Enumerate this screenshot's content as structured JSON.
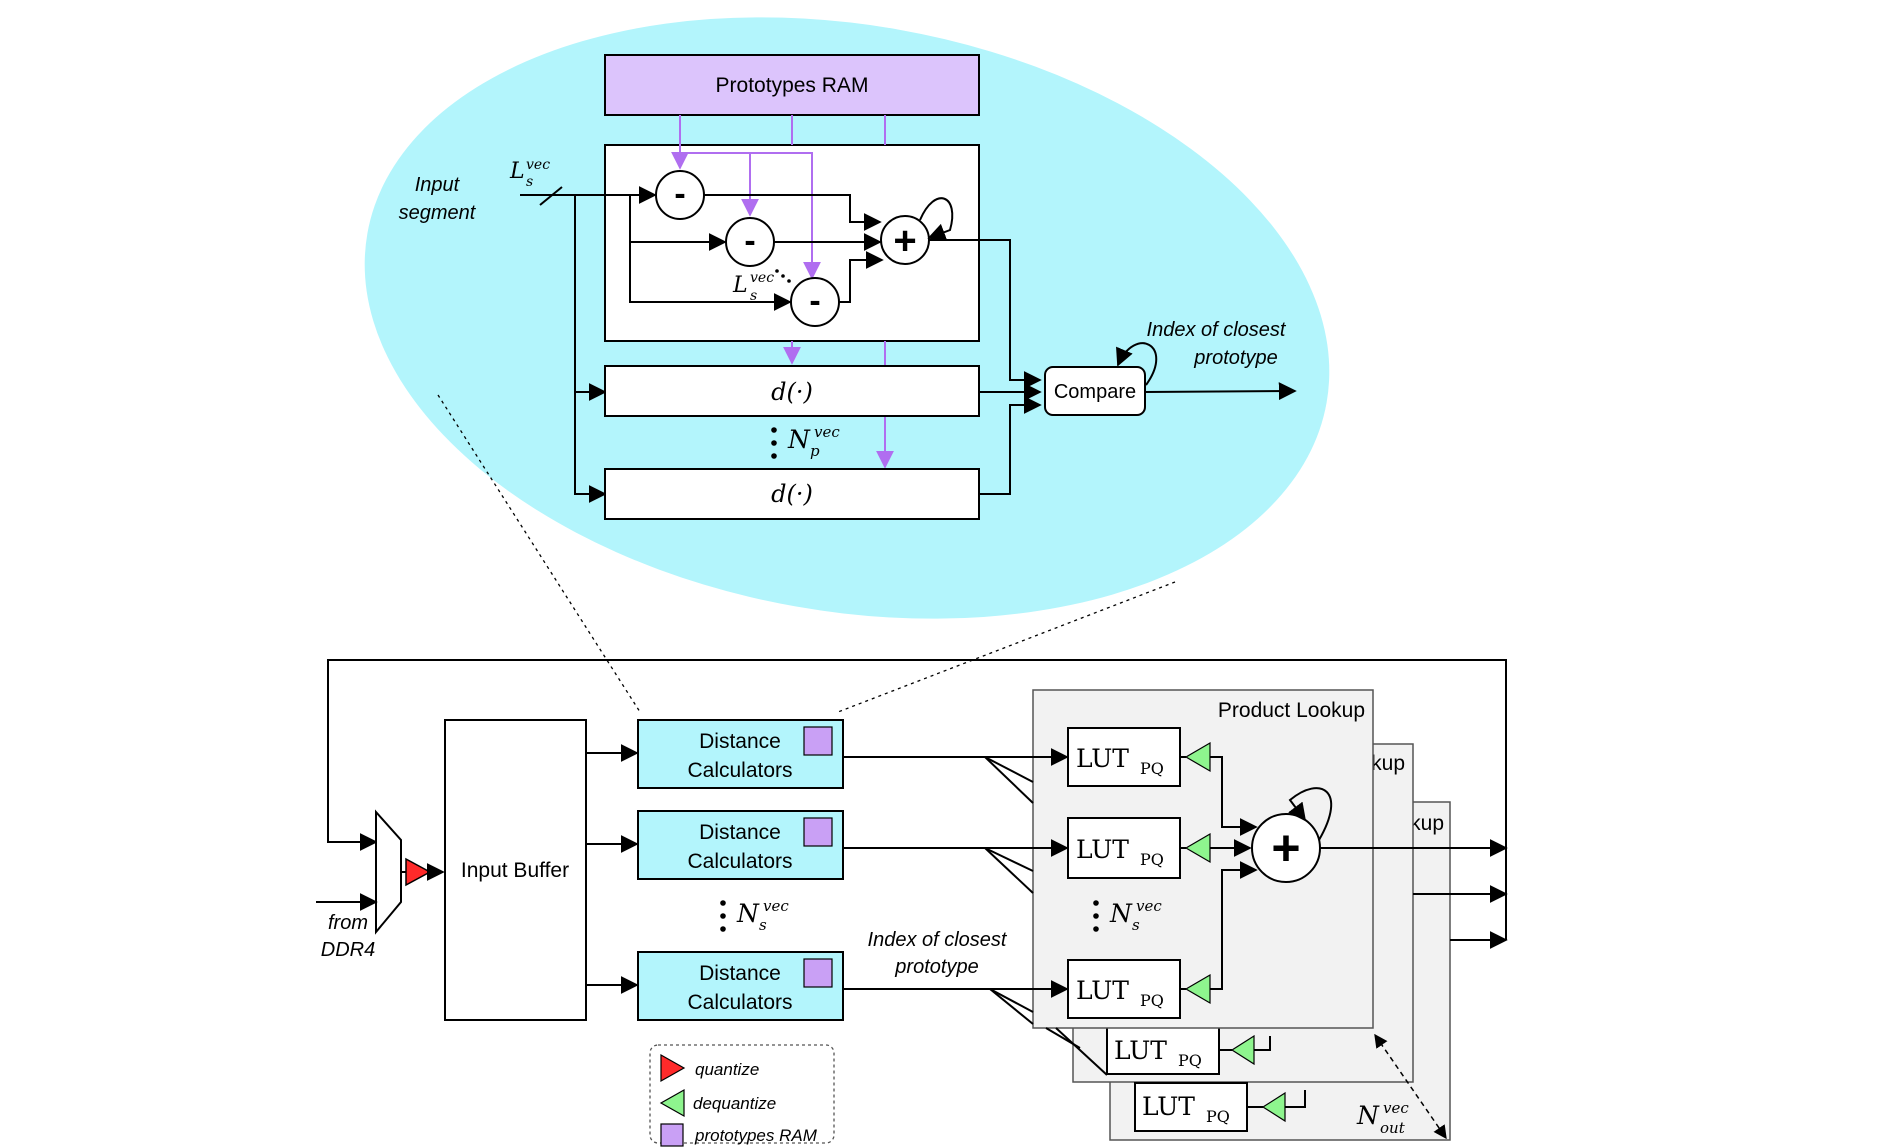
{
  "zoom": {
    "prototypes_ram": "Prototypes RAM",
    "input_line1": "Input",
    "input_line2": "segment",
    "ls_vec_top": {
      "base": "L",
      "sub": "s",
      "sup": "vec"
    },
    "ls_vec_mid": {
      "base": "L",
      "sub": "s",
      "sup": "vec"
    },
    "minus": "-",
    "plus": "+",
    "d_func_1": "d(·)",
    "d_func_2": "d(·)",
    "np_vec": {
      "base": "N",
      "sub": "p",
      "sup": "vec"
    },
    "compare": "Compare",
    "index_line1": "Index of closest",
    "index_line2": "prototype"
  },
  "main": {
    "from_line1": "from",
    "from_line2": "DDR4",
    "input_buffer": "Input Buffer",
    "distance_line1": "Distance",
    "distance_line2": "Calculators",
    "ns_vec_left": {
      "base": "N",
      "sub": "s",
      "sup": "vec"
    },
    "index_line1": "Index of closest",
    "index_line2": "prototype",
    "product_lookup": "Product Lookup",
    "product_lookup_partial_1": "kup",
    "product_lookup_partial_2": "kup",
    "lut": {
      "base": "LUT",
      "sub": "PQ"
    },
    "ns_vec_right": {
      "base": "N",
      "sub": "s",
      "sup": "vec"
    },
    "nout_vec": {
      "base": "N",
      "sub": "out",
      "sup": "vec"
    }
  },
  "legend": {
    "quantize": "quantize",
    "dequantize": "dequantize",
    "prototypes_ram": "prototypes RAM"
  },
  "colors": {
    "zoom_bg": "#b3f5fc",
    "ram_fill": "#dcc4fc",
    "purple_line": "#b06ef0",
    "quantize": "#ff2a2a",
    "dequantize": "#8ef58e",
    "distance_fill": "#b3f5fc",
    "ram_square": "#c9a0f5"
  }
}
